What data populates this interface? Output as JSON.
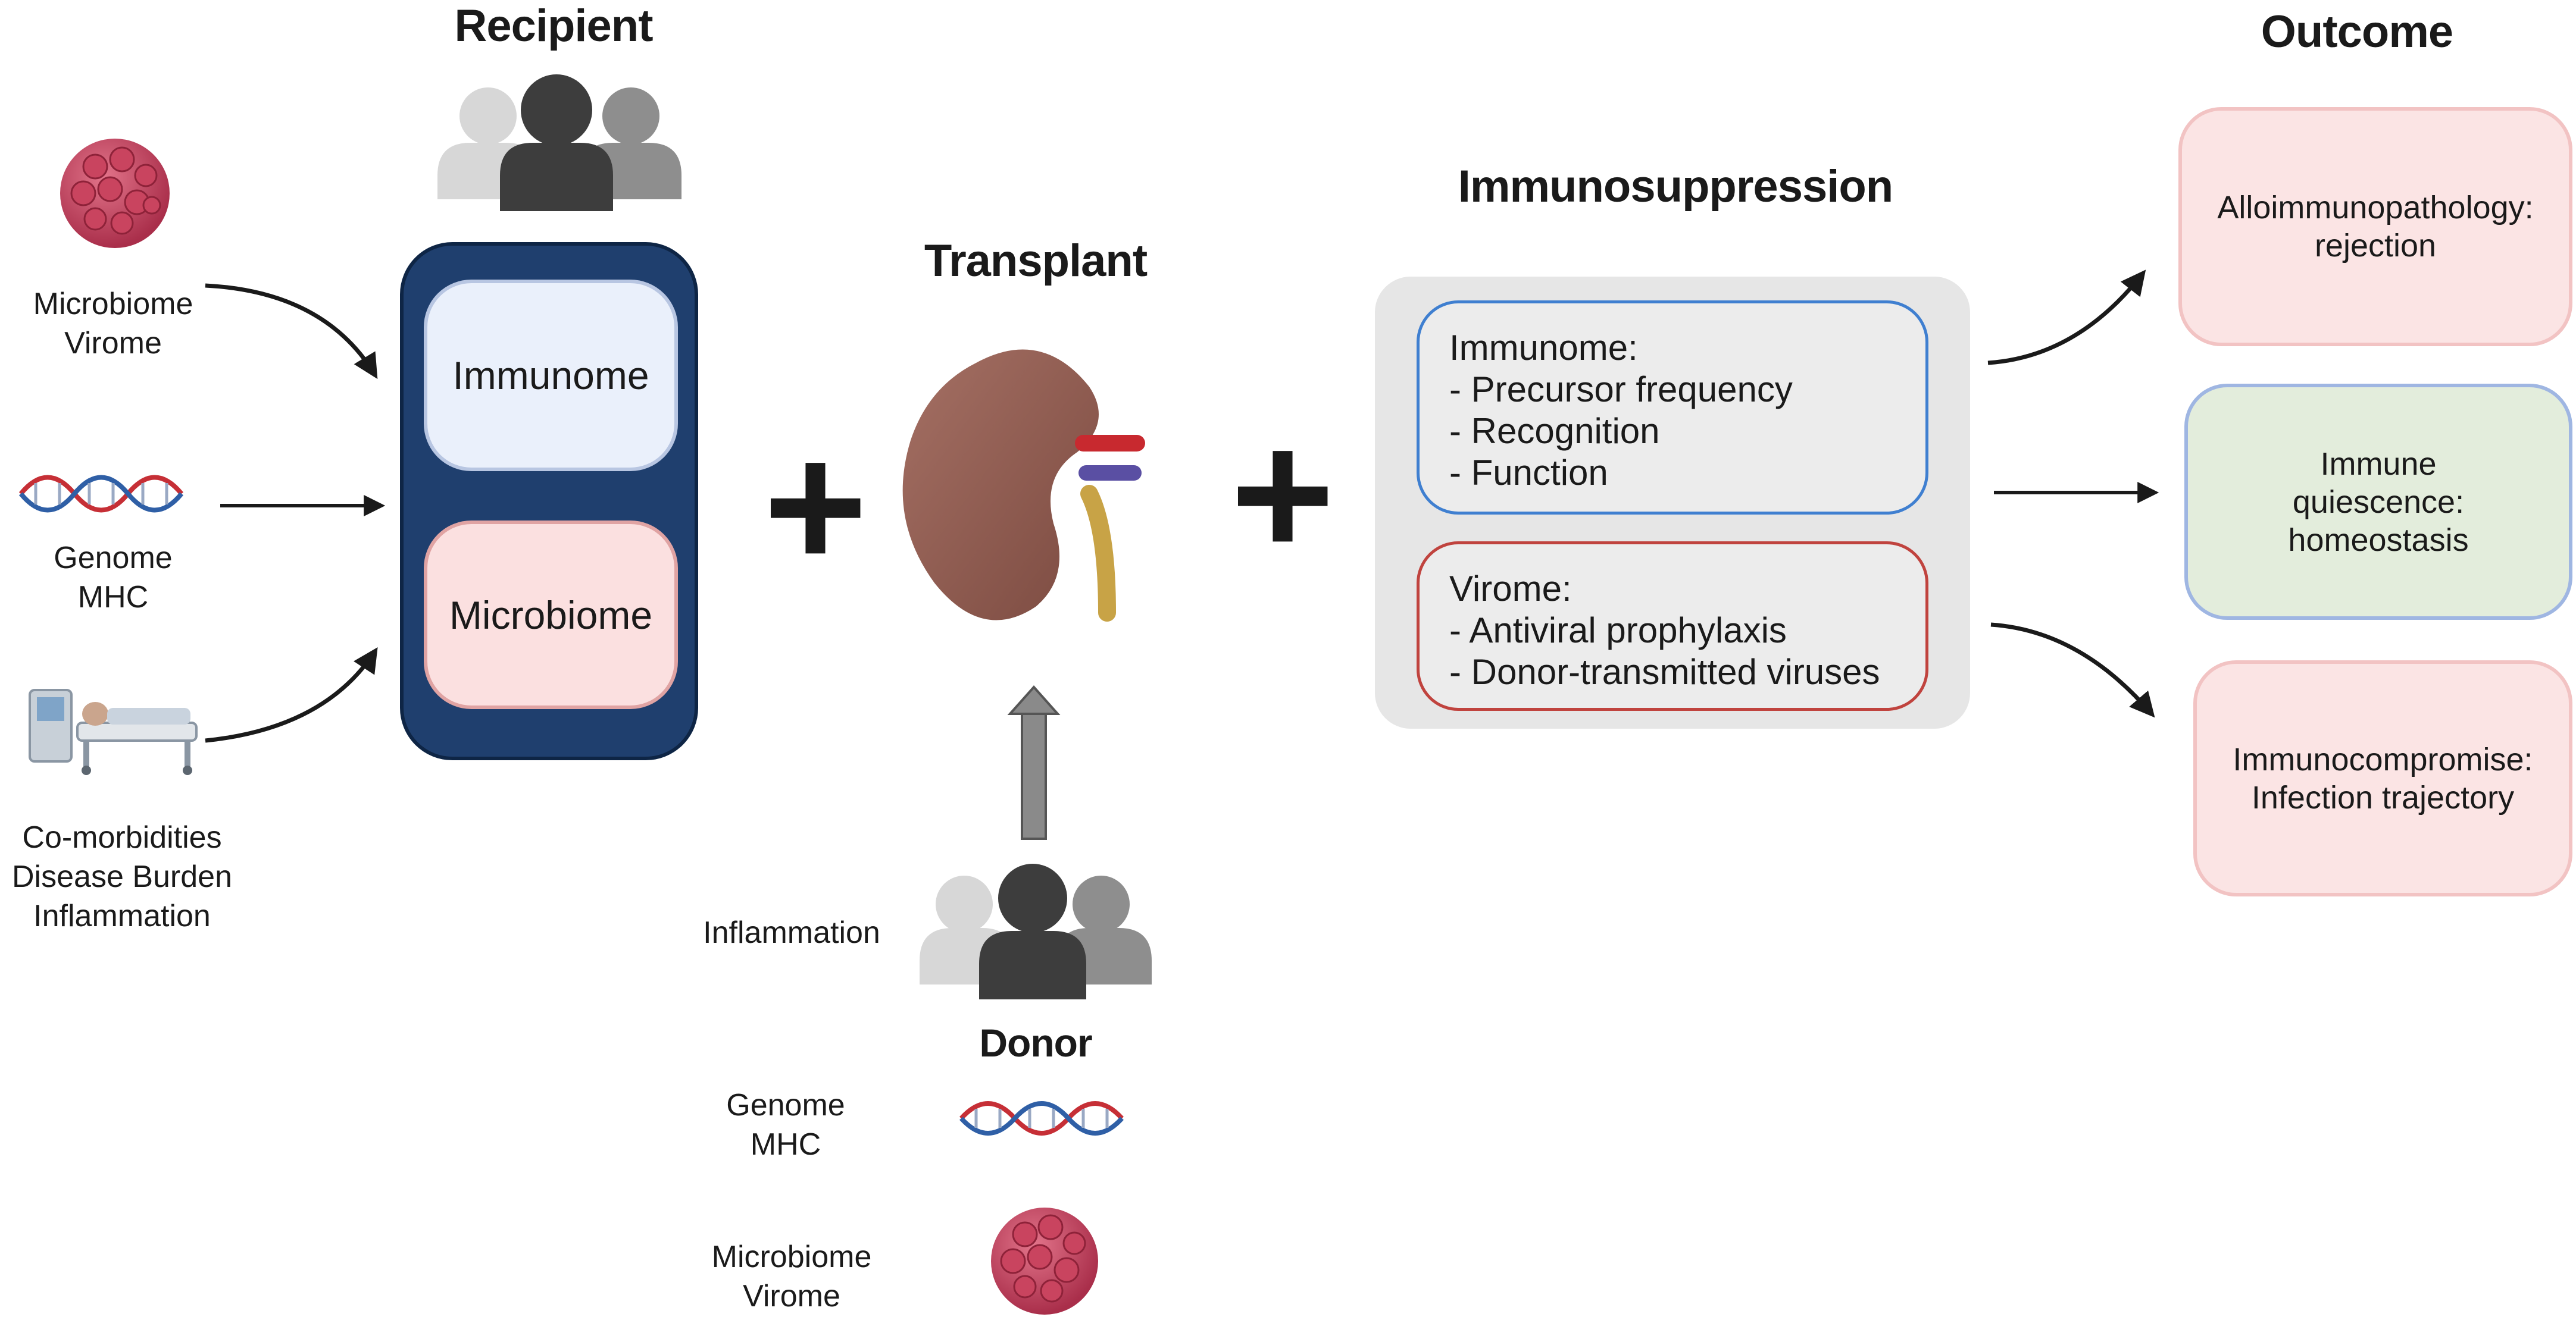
{
  "recipient": {
    "title": "Recipient",
    "inputs": {
      "microbiome": "Microbiome\nVirome",
      "genome": "Genome\nMHC",
      "comorbidities": "Co-morbidities\nDisease Burden\nInflammation"
    },
    "boxes": {
      "immunome": "Immunome",
      "microbiome": "Microbiome"
    }
  },
  "transplant": {
    "title": "Transplant"
  },
  "donor": {
    "title": "Donor",
    "inflammation": "Inflammation",
    "genome": "Genome\nMHC",
    "microbiome": "Microbiome\nVirome"
  },
  "immunosuppression": {
    "title": "Immunosuppression",
    "immunome": {
      "header": "Immunome:",
      "items": [
        "- Precursor frequency",
        "- Recognition",
        "- Function"
      ]
    },
    "virome": {
      "header": "Virome:",
      "items": [
        "- Antiviral prophylaxis",
        "- Donor-transmitted viruses"
      ]
    }
  },
  "outcome": {
    "title": "Outcome",
    "items": [
      {
        "label": "Alloimmunopathology:\nrejection",
        "color": "#fbe4e4",
        "border": "#f2c3c3"
      },
      {
        "label": "Immune\nquiescence:\nhomeostasis",
        "color": "#e3eddc",
        "border": "#9fb6e2"
      },
      {
        "label": "Immunocompromise:\nInfection trajectory",
        "color": "#fbe4e4",
        "border": "#f2c3c3"
      }
    ]
  },
  "colors": {
    "recipient_panel": "#1f3f6e",
    "immunome_box": "#eaf0fb",
    "microbiome_box": "#fbe0e0",
    "immuno_border": "#3f7fd0",
    "virome_border": "#c0433e",
    "gray_panel": "#e6e6e6"
  },
  "icons": [
    "virus-icon",
    "dna-icon",
    "hospital-bed-icon",
    "people-icon",
    "kidney-icon"
  ]
}
